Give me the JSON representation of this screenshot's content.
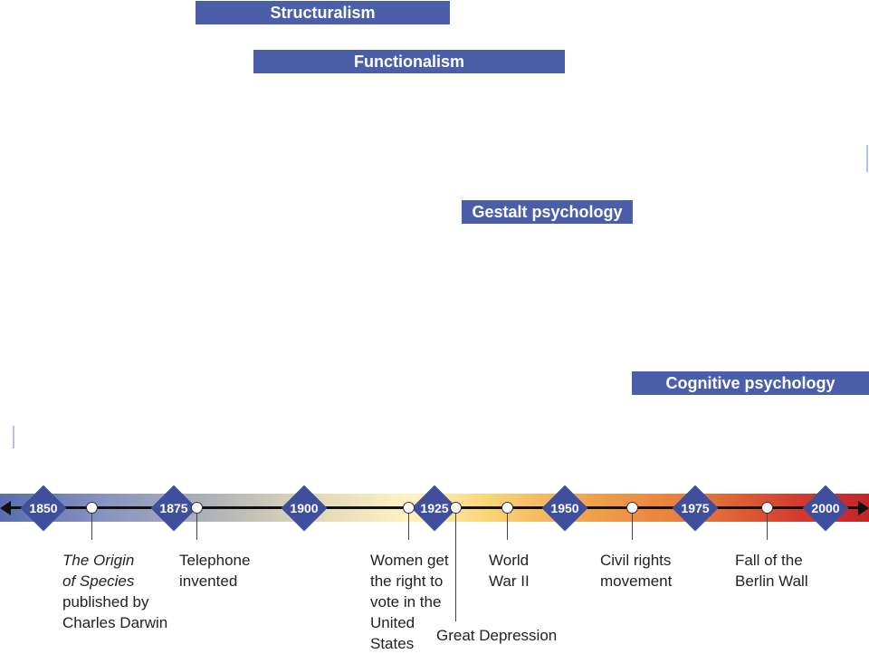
{
  "schools": {
    "structuralism": "Structuralism",
    "functionalism": "Functionalism",
    "gestalt": "Gestalt psychology",
    "cognitive": "Cognitive psychology"
  },
  "timeline": {
    "years": [
      "1850",
      "1875",
      "1900",
      "1925",
      "1950",
      "1975",
      "2000"
    ]
  },
  "events": {
    "origin": {
      "line1": "The Origin",
      "line2": "of Species",
      "line3": "published by",
      "line4": "Charles Darwin"
    },
    "telephone": {
      "line1": "Telephone",
      "line2": "invented"
    },
    "women": {
      "line1": "Women get",
      "line2": "the right to",
      "line3": "vote in the",
      "line4": "United",
      "line5": "States"
    },
    "depression": {
      "line1": "Great Depression"
    },
    "ww2": {
      "line1": "World",
      "line2": "War II"
    },
    "civil": {
      "line1": "Civil rights",
      "line2": "movement"
    },
    "berlin": {
      "line1": "Fall of the",
      "line2": "Berlin Wall"
    }
  },
  "colors": {
    "school_bar": "#4a5eaa",
    "diamond": "#3f4f9c"
  }
}
